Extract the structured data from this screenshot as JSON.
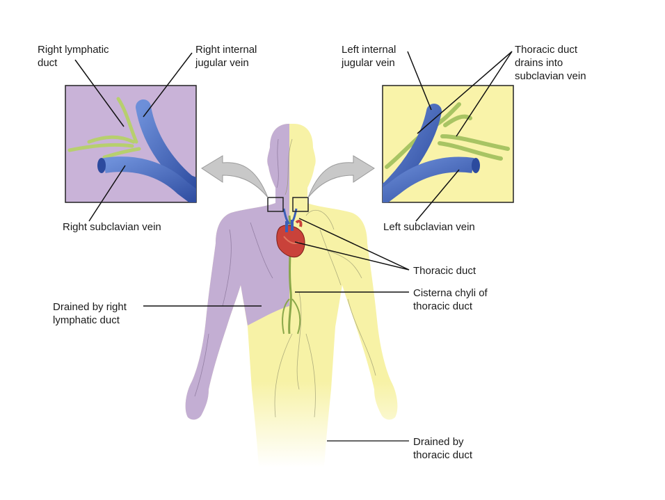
{
  "labels": {
    "right_lymphatic_duct": "Right lymphatic\nduct",
    "right_internal_jugular": "Right internal\njugular vein",
    "left_internal_jugular": "Left internal\njugular vein",
    "thoracic_drains": "Thoracic duct\ndrains into\nsubclavian vein",
    "right_subclavian": "Right subclavian vein",
    "left_subclavian": "Left subclavian vein",
    "thoracic_duct": "Thoracic duct",
    "cisterna_chyli": "Cisterna chyli of\nthoracic duct",
    "drained_right": "Drained by right\nlymphatic duct",
    "drained_thoracic": "Drained by\nthoracic duct"
  },
  "colors": {
    "right_region": "#c3aed3",
    "left_region": "#f7f2a6",
    "inset_right_bg": "#c9b3d8",
    "inset_left_bg": "#f9f3a9",
    "vein": "#3b5fb8",
    "lymph": "#b7cf6e",
    "arrow": "#c8c8c8"
  }
}
